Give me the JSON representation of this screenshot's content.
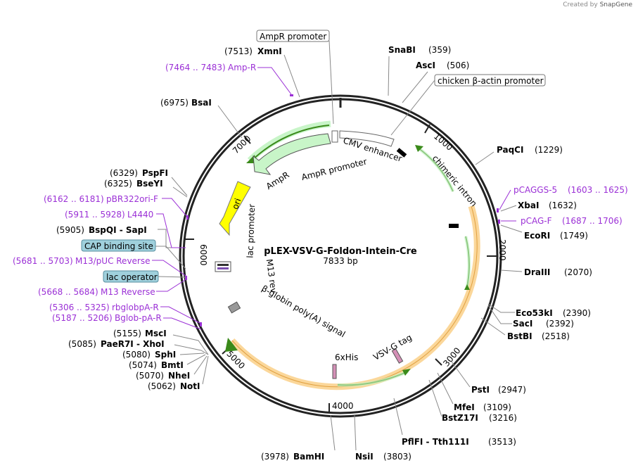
{
  "credit": {
    "prefix": "Created by",
    "brand": "SnapGene"
  },
  "plasmid": {
    "name": "pLEX-VSV-G-Foldon-Intein-Cre",
    "size": "7833 bp"
  },
  "ticks": [
    "1000",
    "2000",
    "3000",
    "4000",
    "5000",
    "6000",
    "7000"
  ],
  "sites": [
    {
      "name": "XmnI",
      "pos": "(7513)"
    },
    {
      "name": "BsaI",
      "pos": "(6975)"
    },
    {
      "name": "SnaBI",
      "pos": "(359)"
    },
    {
      "name": "AscI",
      "pos": "(506)"
    },
    {
      "name": "PaqCI",
      "pos": "(1229)"
    },
    {
      "name": "XbaI",
      "pos": "(1632)"
    },
    {
      "name": "EcoRI",
      "pos": "(1749)"
    },
    {
      "name": "DraIII",
      "pos": "(2070)"
    },
    {
      "name": "Eco53kI",
      "pos": "(2390)"
    },
    {
      "name": "SacI",
      "pos": "(2392)"
    },
    {
      "name": "BstBI",
      "pos": "(2518)"
    },
    {
      "name": "PstI",
      "pos": "(2947)"
    },
    {
      "name": "MfeI",
      "pos": "(3109)"
    },
    {
      "name": "BstZ17I",
      "pos": "(3216)"
    },
    {
      "name": "PflFI - Tth111I",
      "pos": "(3513)"
    },
    {
      "name": "NsiI",
      "pos": "(3803)"
    },
    {
      "name": "BamHI",
      "pos": "(3978)"
    },
    {
      "name": "PspFI",
      "pos": "(6329)"
    },
    {
      "name": "BseYI",
      "pos": "(6325)"
    },
    {
      "name": "BspQI - SapI",
      "pos": "(5905)"
    },
    {
      "name": "MscI",
      "pos": "(5155)"
    },
    {
      "name": "PaeR7I - XhoI",
      "pos": "(5085)"
    },
    {
      "name": "SphI",
      "pos": "(5080)"
    },
    {
      "name": "BmtI",
      "pos": "(5074)"
    },
    {
      "name": "NheI",
      "pos": "(5070)"
    },
    {
      "name": "NotI",
      "pos": "(5062)"
    }
  ],
  "primers": [
    {
      "range": "(7464 .. 7483)",
      "name": "Amp-R"
    },
    {
      "range": "(1603 .. 1625)",
      "name": "pCAGGS-5"
    },
    {
      "range": "(1687 .. 1706)",
      "name": "pCAG-F"
    },
    {
      "range": "(6162 .. 6181)",
      "name": "pBR322ori-F"
    },
    {
      "range": "(5911 .. 5928)",
      "name": "L4440"
    },
    {
      "range": "(5681 .. 5703)",
      "name": "M13/pUC Reverse"
    },
    {
      "range": "(5668 .. 5684)",
      "name": "M13 Reverse"
    },
    {
      "range": "(5306 .. 5325)",
      "name": "rbglobpA-R"
    },
    {
      "range": "(5187 .. 5206)",
      "name": "Bglob-pA-R"
    }
  ],
  "boxed": [
    "AmpR promoter",
    "chicken β-actin promoter",
    "CAP binding site",
    "lac operator"
  ],
  "features": [
    "AmpR",
    "AmpR promoter",
    "ori",
    "CMV enhancer",
    "chimeric intron",
    "lac promoter",
    "M13 rev",
    "β-globin poly(A) signal",
    "6xHis",
    "VSV-G tag"
  ],
  "colors": {
    "primer": "#9b30d6",
    "ori": "#ffff00",
    "amp": "#c8f5c8",
    "orf_highlight": "#fbd79a",
    "orf_arrow": "#3a8a1a",
    "cap_box": "#9fd0dc"
  }
}
